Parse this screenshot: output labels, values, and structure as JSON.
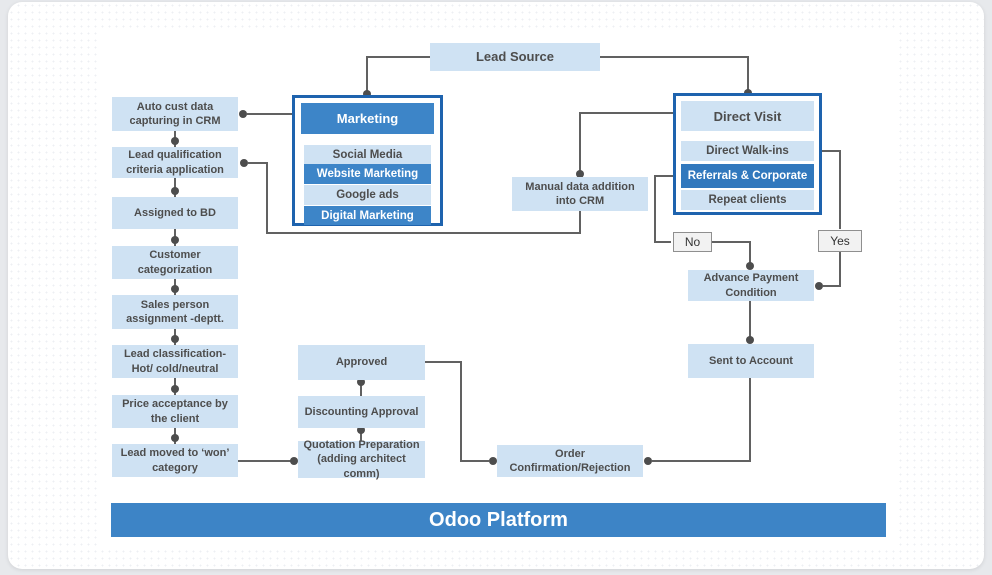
{
  "banner": {
    "label": "Odoo Platform"
  },
  "nodes": {
    "lead_source": "Lead Source",
    "auto_cust": "Auto cust data capturing in CRM",
    "lead_qual": "Lead qualification criteria application",
    "assigned_bd": "Assigned to BD",
    "customer_cat": "Customer categorization",
    "sales_person": "Sales person assignment -deptt.",
    "lead_class": "Lead classification- Hot/ cold/neutral",
    "price_accept": "Price acceptance by the client",
    "lead_won": "Lead moved to ‘won’ category",
    "manual_data": "Manual data addition into CRM",
    "approved": "Approved",
    "discounting": "Discounting Approval",
    "quotation": "Quotation Preparation (adding architect comm)",
    "order_conf": "Order Confirmation/Rejection",
    "advance_payment": "Advance Payment Condition",
    "sent_account": "Sent to Account"
  },
  "containers": {
    "marketing": {
      "title": "Marketing",
      "items": [
        {
          "label": "Social Media"
        },
        {
          "label": "Website Marketing"
        },
        {
          "label": "Google ads"
        },
        {
          "label": "Digital Marketing"
        }
      ]
    },
    "direct_visit": {
      "title": "Direct Visit",
      "items": [
        {
          "label": "Direct Walk-ins"
        },
        {
          "label": "Referrals & Corporate"
        },
        {
          "label": "Repeat clients"
        }
      ]
    }
  },
  "decisions": {
    "no": "No",
    "yes": "Yes"
  },
  "colors": {
    "accent_blue": "#3d85c8",
    "light_blue": "#cfe2f3",
    "container_border": "#1e63ae",
    "referral_blue": "#3178bd",
    "connector_gray": "#616161",
    "text_gray": "#4d4d4d",
    "banner_blue": "#3d84c6"
  }
}
